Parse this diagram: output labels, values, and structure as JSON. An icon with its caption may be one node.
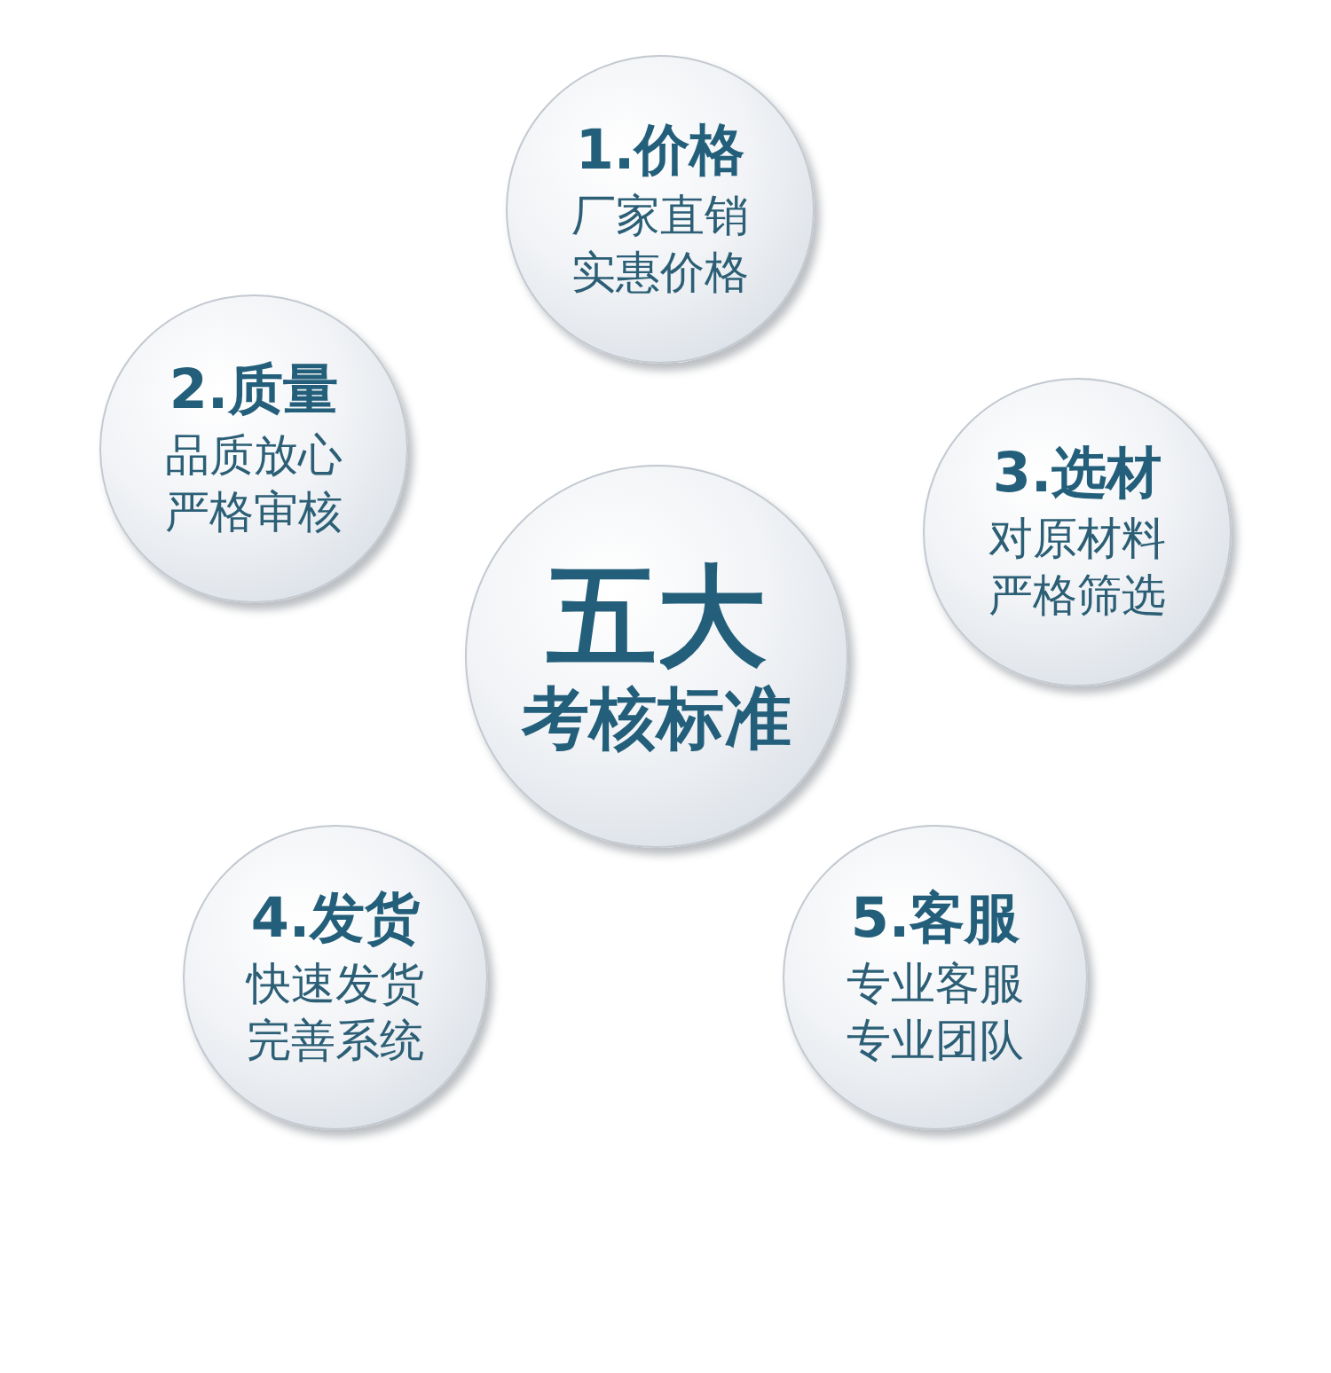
{
  "diagram": {
    "nodes": [
      {
        "text": [
          "1.价格",
          "厂家直销",
          "实惠价格"
        ]
      },
      {
        "text": [
          "2.质量",
          "品质放心",
          "严格审核"
        ]
      },
      {
        "text": [
          "3.选材",
          "对原材料",
          "严格筛选"
        ]
      },
      {
        "text": [
          "五大",
          "考核标准"
        ]
      },
      {
        "text": [
          "4.发货",
          "快速发货",
          "完善系统"
        ]
      },
      {
        "text": [
          "5.客服",
          "专业客服",
          "专业团队"
        ]
      }
    ],
    "edges": []
  }
}
